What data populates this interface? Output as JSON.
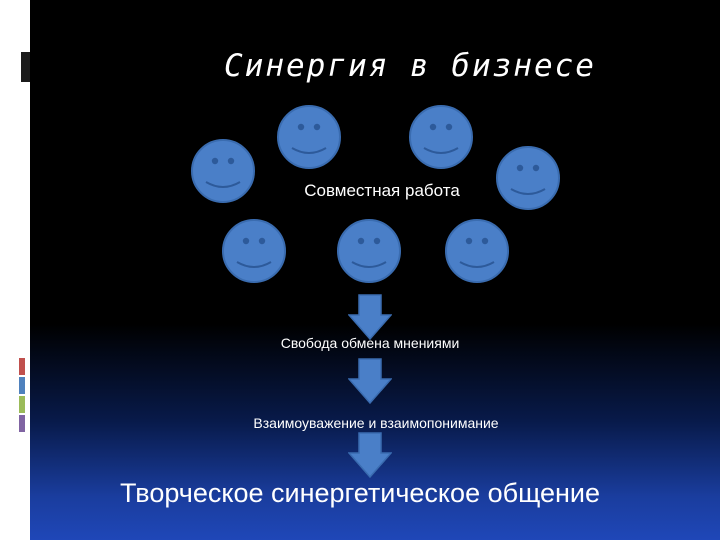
{
  "slide": {
    "title": "Синергия в бизнесе",
    "center_label": "Совместная работа",
    "people_icon": "smiley-face-icon",
    "arrow_icon": "down-arrow-icon",
    "steps": [
      "Свобода обмена мнениями",
      "Взаимоуважение и взаимопонимание"
    ],
    "result": "Творческое синергетическое общение"
  },
  "colors": {
    "face_fill": "#4a7fc8",
    "face_stroke": "#3a6cb0",
    "arrow_fill": "#4a7fc8",
    "left_bars": [
      "#c0504d",
      "#4f81bd",
      "#9bbb59",
      "#8064a2"
    ]
  }
}
